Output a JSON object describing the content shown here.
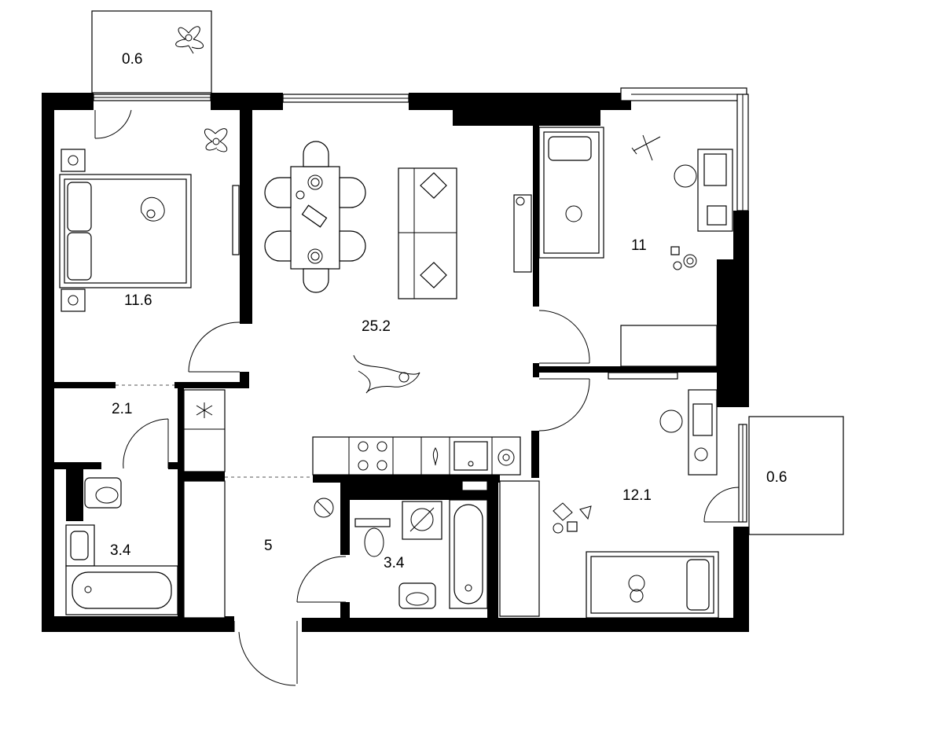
{
  "plan": {
    "rooms": [
      {
        "id": "balcony-top",
        "area": "0.6"
      },
      {
        "id": "bedroom",
        "area": "11.6"
      },
      {
        "id": "living-kitchen",
        "area": "25.2"
      },
      {
        "id": "kids-room-top",
        "area": "11"
      },
      {
        "id": "closet",
        "area": "2.1"
      },
      {
        "id": "bathroom-left",
        "area": "3.4"
      },
      {
        "id": "hallway",
        "area": "5"
      },
      {
        "id": "bathroom-right",
        "area": "3.4"
      },
      {
        "id": "kids-room-bottom",
        "area": "12.1"
      },
      {
        "id": "balcony-right",
        "area": "0.6"
      }
    ],
    "colors": {
      "wall": "#000000",
      "background": "#ffffff"
    }
  }
}
